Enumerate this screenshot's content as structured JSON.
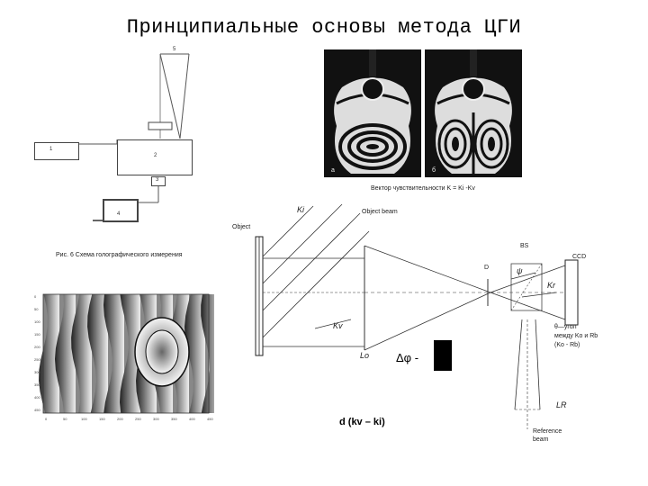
{
  "title": "Принципиальные основы метода ЦГИ",
  "setup_scheme": {
    "box1_label": "1",
    "box2_label": "2",
    "box3_label": "3",
    "box4_label": "4",
    "box5_label": "5",
    "caption": "Рис. 6 Схема голографического измерения"
  },
  "guitar_images": {
    "label_a": "а",
    "label_b": "б"
  },
  "optics_diagram": {
    "sensitivity_vector": "Вектор чувствительности  K = Ki -Kv",
    "ki_label": "Ki",
    "object_beam": "Object beam",
    "object_label": "Object",
    "kv_label": "Kv",
    "lo_label": "Lo",
    "d_label": "D",
    "bs_label": "BS",
    "ccd_label": "CCD",
    "psi_label": "ψ",
    "kr_label": "Kr",
    "angle_note_line1": "θ—угол",
    "angle_note_line2": "между  Ko и Rb",
    "angle_note_line3": "(Ko - Rb)",
    "lr_label": "LR",
    "reference_beam_1": "Reference",
    "reference_beam_2": "beam"
  },
  "formula": {
    "delta_phi": "Δφ -",
    "expression": "d (kv – ki)"
  },
  "fringe_map": {
    "y_ticks": [
      "0",
      "50",
      "100",
      "150",
      "200",
      "250",
      "300",
      "350",
      "400",
      "450"
    ],
    "x_ticks": [
      "0",
      "50",
      "100",
      "150",
      "200",
      "250",
      "300",
      "350",
      "400",
      "450"
    ]
  }
}
